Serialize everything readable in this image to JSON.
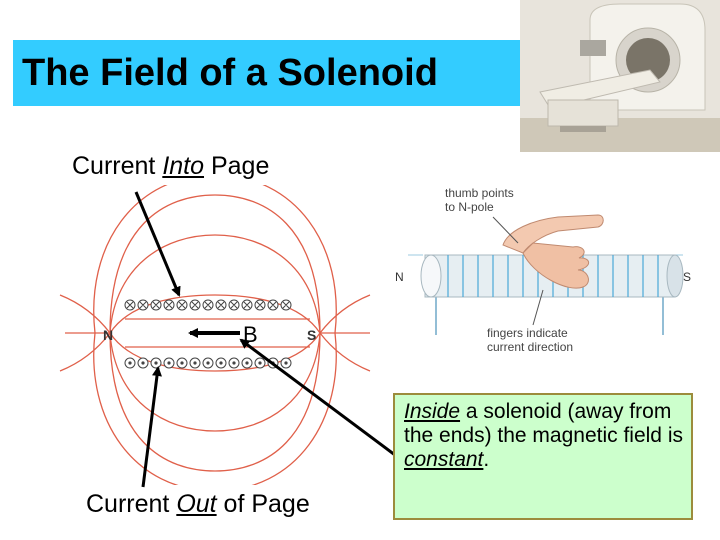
{
  "title": "The Field of a Solenoid",
  "label_into": {
    "pre": "Current ",
    "emph": "Into",
    "post": " Page"
  },
  "label_out": {
    "pre": "Current ",
    "emph": "Out",
    "post": " of Page"
  },
  "solenoid": {
    "n_pole": "N",
    "s_pole": "S",
    "field_label": "B"
  },
  "right_hand": {
    "thumb": "thumb points",
    "thumb_2": "to N-pole",
    "fingers": "fingers indicate",
    "fingers_2": "current direction",
    "n_pole": "N",
    "s_pole": "S"
  },
  "note": {
    "emph1": "Inside",
    "t1": " a solenoid (away from the ends) the magnetic field is ",
    "emph2": "constant",
    "t2": "."
  },
  "colors": {
    "title_bg": "#33ccff",
    "note_bg": "#ccffcc",
    "field_lines": "#e0604a",
    "coil": "#6fa8c8"
  }
}
